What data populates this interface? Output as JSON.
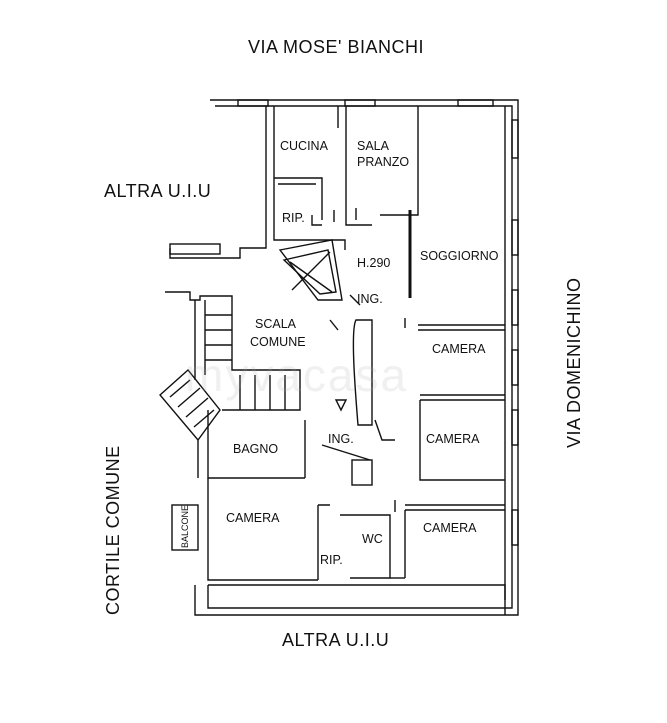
{
  "streets": {
    "top": "VIA MOSE' BIANCHI",
    "bottom": "ALTRA U.I.U",
    "left_upper": "ALTRA U.I.U",
    "right": "VIA DOMENICHINO",
    "left": "CORTILE COMUNE"
  },
  "rooms": {
    "cucina": "CUCINA",
    "sala_1": "SALA",
    "sala_2": "PRANZO",
    "rip_top": "RIP.",
    "soggiorno": "SOGGIORNO",
    "height": "H.290",
    "ing_top": "ING.",
    "scala_1": "SCALA",
    "scala_2": "COMUNE",
    "camera_1": "CAMERA",
    "camera_2": "CAMERA",
    "bagno": "BAGNO",
    "ing_mid": "ING.",
    "camera_3": "CAMERA",
    "camera_4": "CAMERA",
    "wc": "WC",
    "rip_bottom": "RIP.",
    "balcone": "BALCONE"
  },
  "watermark": "myvacasa"
}
